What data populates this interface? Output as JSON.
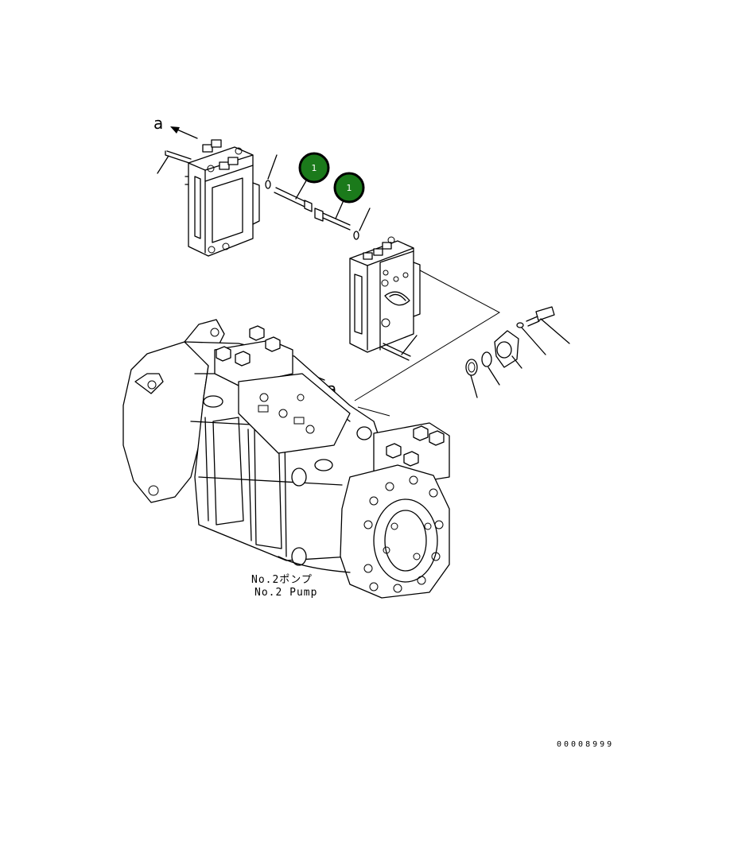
{
  "diagram": {
    "ref_letter": "a",
    "callout_number": "1",
    "pump_label_jp": "No.2ポンプ",
    "pump_label_en": "No.2 Pump",
    "drawing_code": "00008999",
    "colors": {
      "callout_fill": "#1b7a1b",
      "callout_ring": "#000000",
      "line": "#000000",
      "background": "#ffffff"
    }
  }
}
